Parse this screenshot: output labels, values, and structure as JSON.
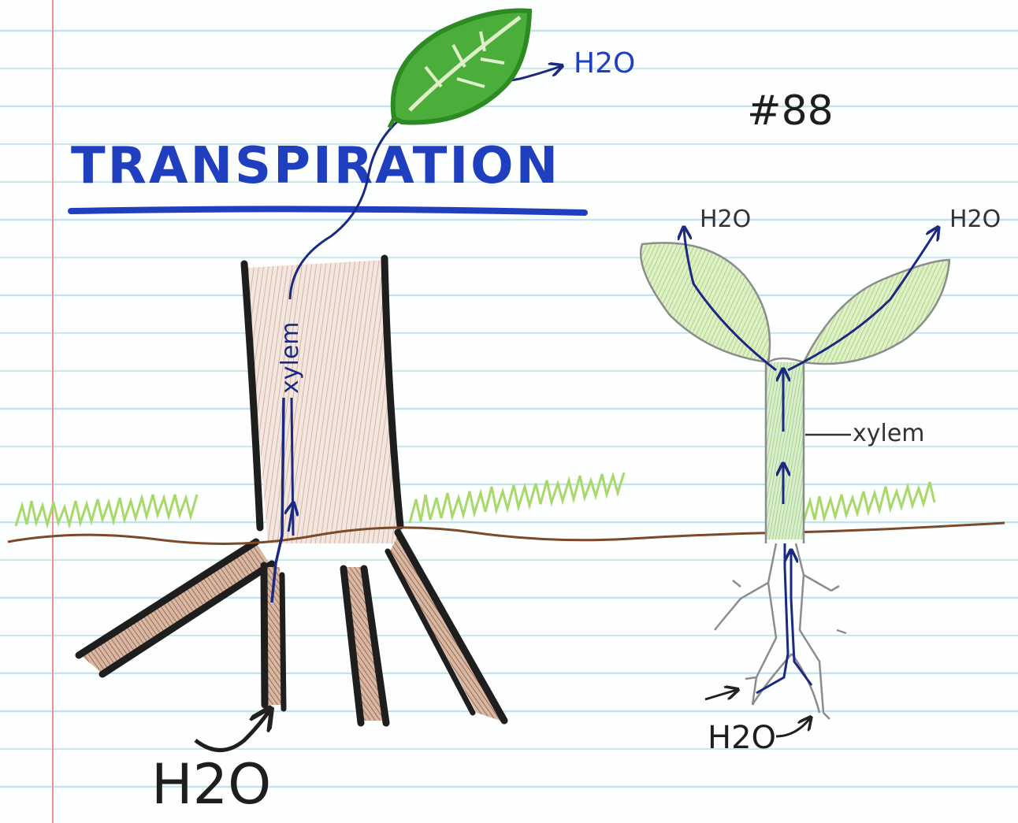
{
  "title": "TRANSPIRATION",
  "page_number": "#88",
  "left_diagram": {
    "xylem_label": "xylem",
    "water_in_label": "H2O",
    "water_out_label": "H2O"
  },
  "right_diagram": {
    "xylem_label": "xylem",
    "water_out_left_label": "H2O",
    "water_out_right_label": "H2O",
    "water_in_label": "H2O"
  },
  "colors": {
    "ink_blue": "#1f3fbf",
    "ink_navy": "#1b2a80",
    "leaf_green": "#4cae3a",
    "grass_green": "#a6d96a",
    "soil_brown": "#7b4a2a",
    "bark_black": "#1e1e1e",
    "bark_brown": "#b08a70",
    "margin_red": "#ef8f8f",
    "rule_blue": "#bfe3ec"
  }
}
